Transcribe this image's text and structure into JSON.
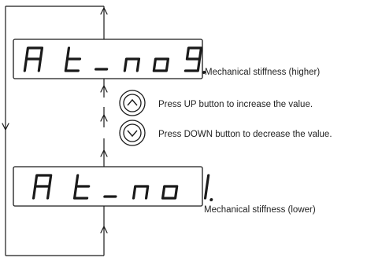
{
  "top_display": {
    "text": "At_no9.",
    "caption": "Mechanical stiffness (higher)"
  },
  "up_button": {
    "caption": "Press UP button to increase the value.",
    "icon": "up-chevron-circle-icon"
  },
  "down_button": {
    "caption": "Press DOWN button to decrease the value.",
    "icon": "down-chevron-circle-icon"
  },
  "bottom_display": {
    "text": "At_no1.",
    "caption": "Mechanical stiffness (lower)"
  },
  "colors": {
    "line": "#1a1a1a",
    "text": "#222222",
    "background": "#ffffff"
  }
}
